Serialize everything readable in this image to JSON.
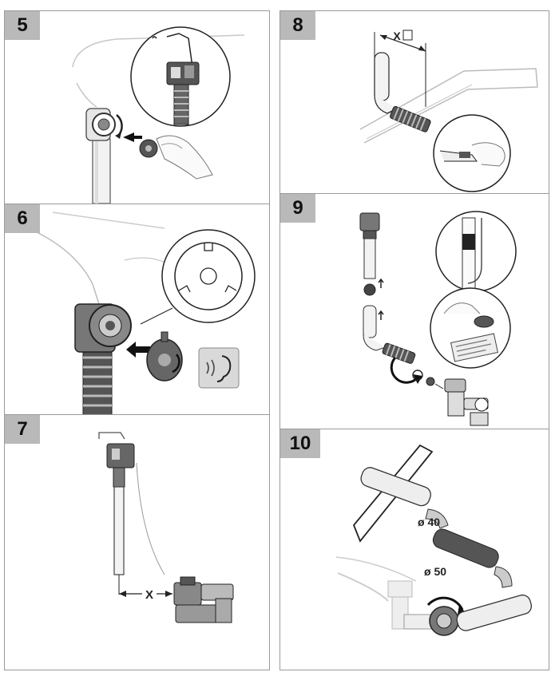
{
  "steps": {
    "s5": "5",
    "s6": "6",
    "s7": "7",
    "s8": "8",
    "s9": "9",
    "s10": "10"
  },
  "labels": {
    "x_dimension_8": "X",
    "x_dimension_7": "X",
    "diameter_40": "ø 40",
    "diameter_50": "ø 50"
  }
}
